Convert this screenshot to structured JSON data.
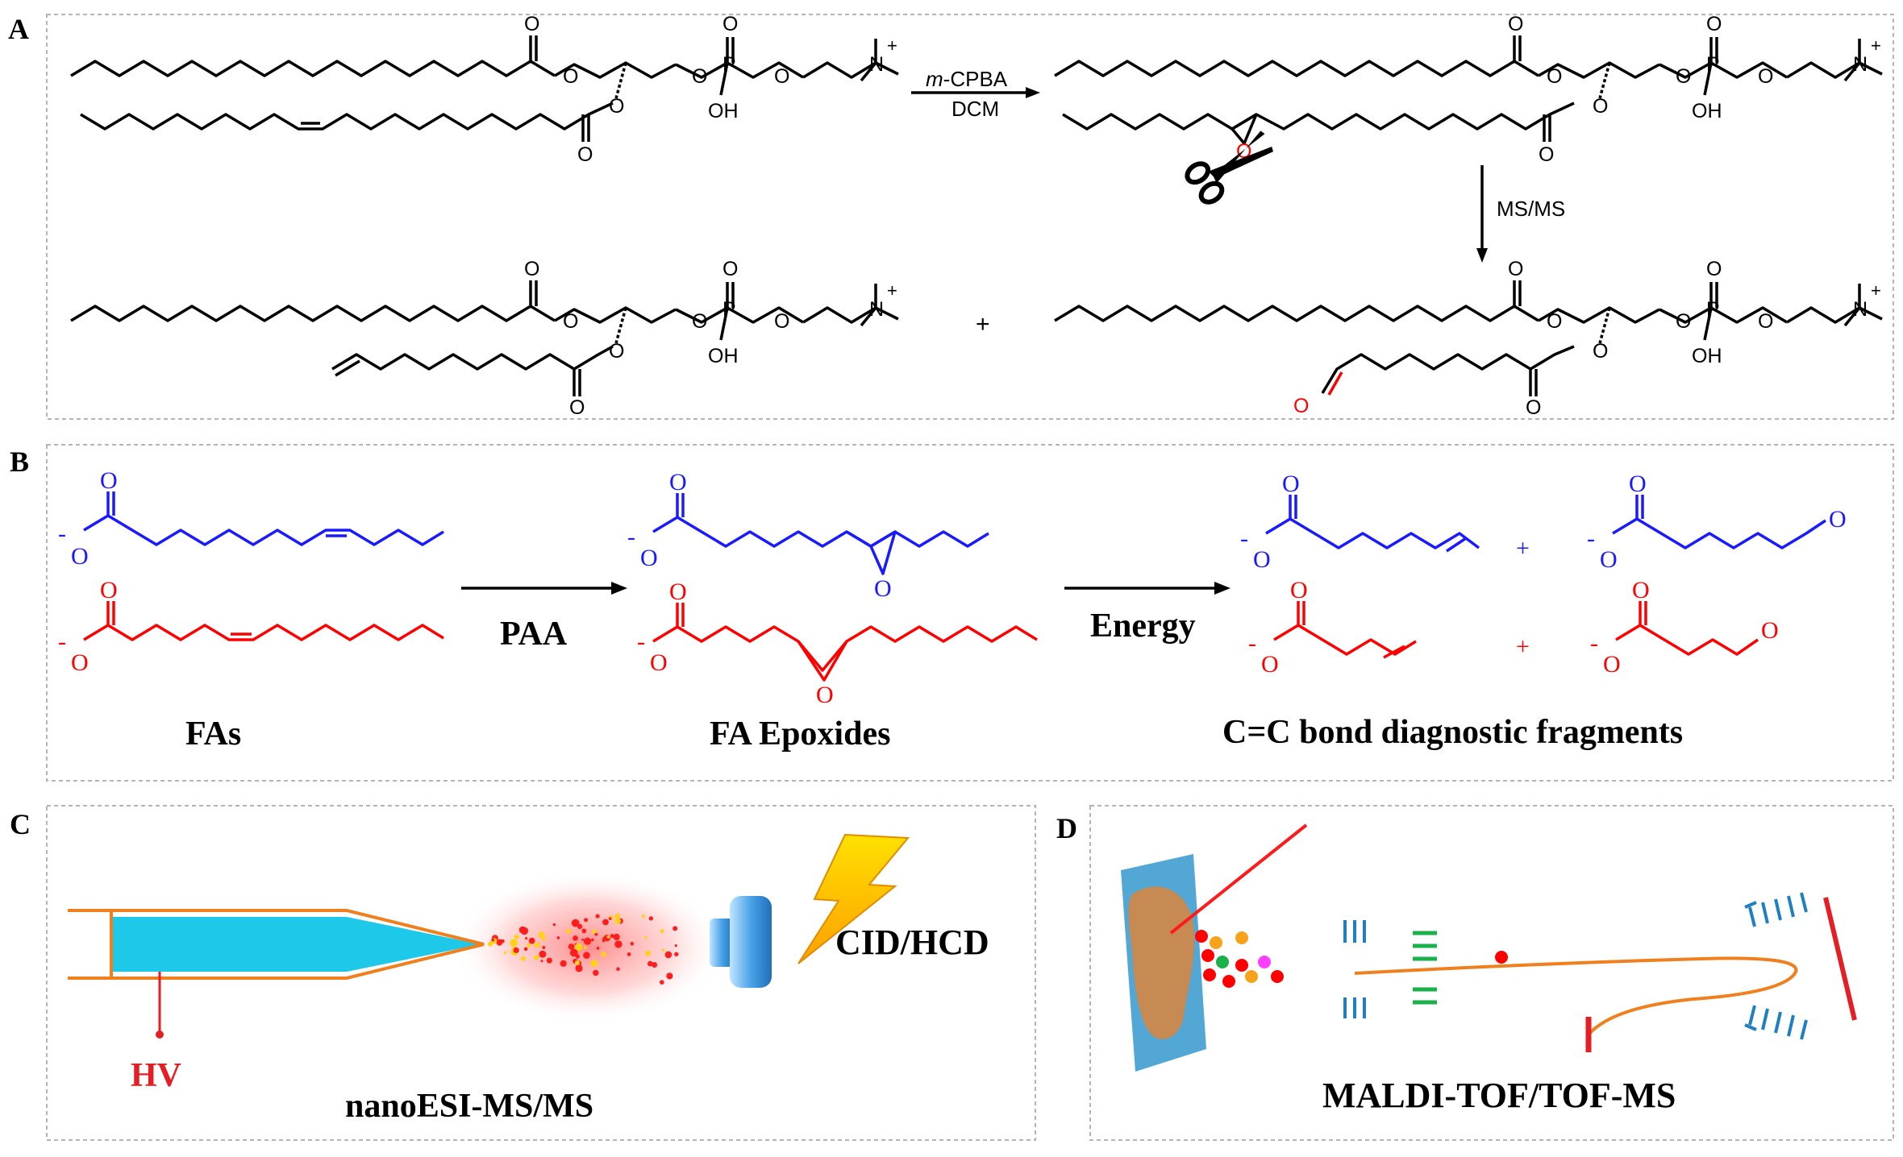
{
  "panel_letters": {
    "a": "A",
    "b": "B",
    "c": "C",
    "d": "D"
  },
  "colors": {
    "blue": "#1a1aff",
    "red": "#ff0000",
    "orange": "#f07f1e",
    "cyan": "#1ec8e8",
    "steel_blue": "#1f7fc1",
    "green": "#1ab04a",
    "yellow": "#ffd21a",
    "black": "#000000",
    "frame": "#b4b4b4"
  },
  "panel_a": {
    "reagent_main": "m",
    "reagent_rest": "-CPBA",
    "solvent": "DCM",
    "fragmentation": "MS/MS",
    "plus": "+",
    "O": "O",
    "OH": "OH",
    "P": "P",
    "N": "N",
    "charge": "+",
    "icons": [
      "scissors-icon"
    ]
  },
  "panel_b": {
    "O": "O",
    "minus": "-",
    "plus": "+",
    "reagent": "PAA",
    "activation": "Energy",
    "label_left": "FAs",
    "label_mid": "FA Epoxides",
    "label_right": "C=C bond diagnostic fragments"
  },
  "panel_c": {
    "voltage": "HV",
    "fragmentation": "CID/HCD",
    "method": "nanoESI-MS/MS",
    "icons": [
      "lightning-icon",
      "emitter-capillary-icon",
      "ms-inlet-icon"
    ]
  },
  "panel_d": {
    "method": "MALDI-TOF/TOF-MS",
    "icons": [
      "laser-beam-icon",
      "sample-slide-icon",
      "reflectron-icon",
      "detector-icon"
    ]
  }
}
